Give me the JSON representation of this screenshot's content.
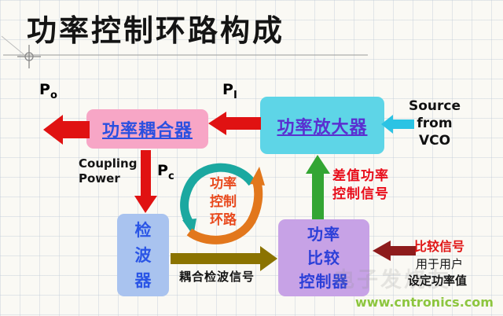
{
  "title": "功率控制环路构成",
  "boxes": {
    "coupler": {
      "label": "功率耦合器",
      "color": "#f7a6c6",
      "text_color": "#2b50e0"
    },
    "amplifier": {
      "label": "功率放大器",
      "color": "#5ed5e7",
      "text_color": "#5a2fd0"
    },
    "detector": {
      "chars": [
        "检",
        "波",
        "器"
      ],
      "color": "#a9c3ef",
      "text_color": "#2a55e6"
    },
    "comparator": {
      "lines": [
        "功率",
        "比较",
        "控制器"
      ],
      "color": "#c7a2e6",
      "text_color": "#2b3fd8"
    }
  },
  "labels": {
    "p_out": {
      "base": "P",
      "sub": "o"
    },
    "p_in": {
      "base": "P",
      "sub": "I"
    },
    "p_c": {
      "base": "P",
      "sub": "c"
    },
    "coupling_power": [
      "Coupling",
      "Power"
    ],
    "source": [
      "Source",
      "from",
      "VCO"
    ],
    "loop": [
      "功率",
      "控制",
      "环路"
    ],
    "diff_signal": [
      "差值功率",
      "控制信号"
    ],
    "coupled_signal": "耦合检波信号",
    "compare_signal": "比较信号",
    "user_note": [
      "用于用户",
      "设定功率值"
    ]
  },
  "watermark": {
    "site": "www.cntronics.com",
    "faint": "电子发烧友"
  },
  "colors": {
    "red": "#e01212",
    "cyan": "#2bc3e4",
    "green": "#33a533",
    "olive": "#8b7300",
    "maroon": "#8e1c1c",
    "teal": "#1ba8a0",
    "orange": "#e2771c",
    "loop_text": "#e8491d",
    "red_text": "#e80c1a",
    "watermark_green": "#8dc63f"
  }
}
